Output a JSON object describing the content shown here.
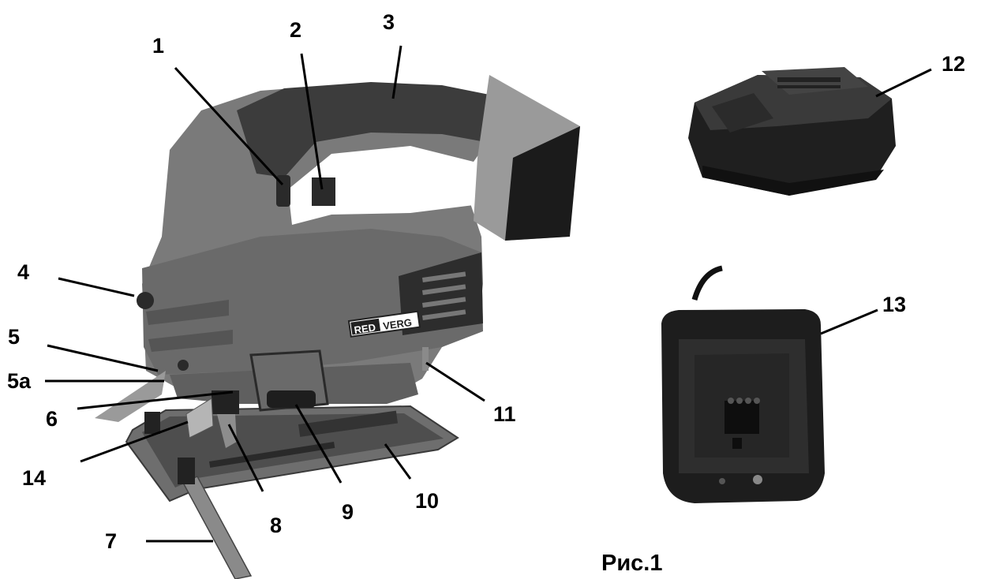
{
  "brand": {
    "left": "RED",
    "right": "VERG"
  },
  "callouts": {
    "c1": "1",
    "c2": "2",
    "c3": "3",
    "c4": "4",
    "c5": "5",
    "c5a": "5a",
    "c6": "6",
    "c7": "7",
    "c8": "8",
    "c9": "9",
    "c10": "10",
    "c11": "11",
    "c12": "12",
    "c13": "13",
    "c14": "14"
  },
  "caption": "Рис.1",
  "colors": {
    "body": "#7a7a7a",
    "dark": "#2e2e2e",
    "black": "#111111",
    "plate": "#5a5a5a",
    "line": "#000000"
  }
}
